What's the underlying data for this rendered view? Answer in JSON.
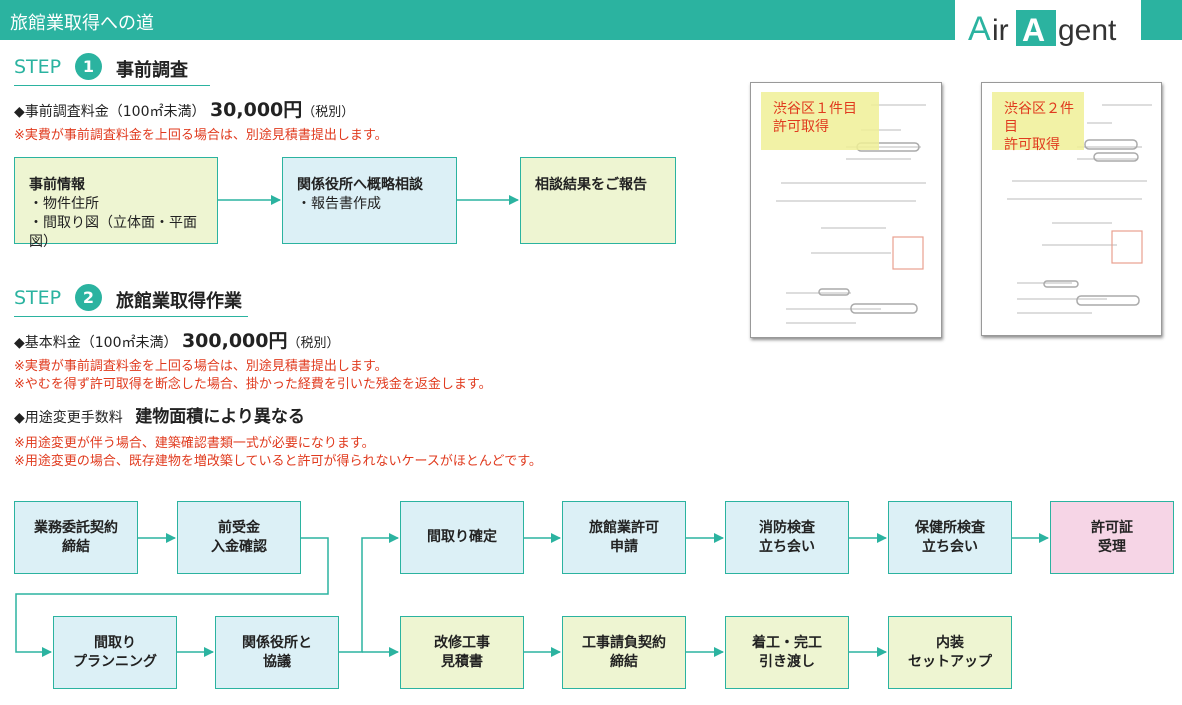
{
  "header": {
    "title": "旅館業取得への道"
  },
  "logo": {
    "text": "Air Agent"
  },
  "step1": {
    "label": "STEP",
    "number": "1",
    "title": "事前調査",
    "fee_prefix": "◆事前調査料金（100㎡未満）",
    "fee_amount": "30,000円",
    "fee_suffix": "（税別）",
    "note": "※実費が事前調査料金を上回る場合は、別途見積書提出します。",
    "boxes": [
      {
        "title": "事前情報",
        "lines": "・物件住所\n・間取り図（立体面・平面図）"
      },
      {
        "title": "関係役所へ概略相談",
        "lines": "・報告書作成"
      },
      {
        "title": "相談結果をご報告",
        "lines": ""
      }
    ]
  },
  "step2": {
    "label": "STEP",
    "number": "2",
    "title": "旅館業取得作業",
    "fee_prefix": "◆基本料金（100㎡未満）",
    "fee_amount": "300,000円",
    "fee_suffix": "（税別）",
    "note1": "※実費が事前調査料金を上回る場合は、別途見積書提出します。",
    "note2": "※やむを得ず許可取得を断念した場合、掛かった経費を引いた残金を返金します。",
    "change_prefix": "◆用途変更手数料",
    "change_value": "建物面積により異なる",
    "note3": "※用途変更が伴う場合、建築確認書類一式が必要になります。",
    "note4": "※用途変更の場合、既存建物を増改築していると許可が得られないケースがほとんどです。"
  },
  "documents": [
    {
      "label": "渋谷区１件目\n許可取得"
    },
    {
      "label": "渋谷区２件目\n許可取得"
    }
  ],
  "flow": {
    "row1": [
      "業務委託契約\n締結",
      "前受金\n入金確認",
      "間取り確定",
      "旅館業許可\n申請",
      "消防検査\n立ち会い",
      "保健所検査\n立ち会い",
      "許可証\n受理"
    ],
    "row2": [
      "間取り\nプランニング",
      "関係役所と\n協議",
      "改修工事\n見積書",
      "工事請負契約\n締結",
      "着工・完工\n引き渡し",
      "内装\nセットアップ"
    ]
  },
  "colors": {
    "accent": "#2bb3a0",
    "note": "#e03a1e",
    "green_box": "#eef5d2",
    "blue_box": "#dcf0f6",
    "pink_box": "#f6d5e6"
  }
}
